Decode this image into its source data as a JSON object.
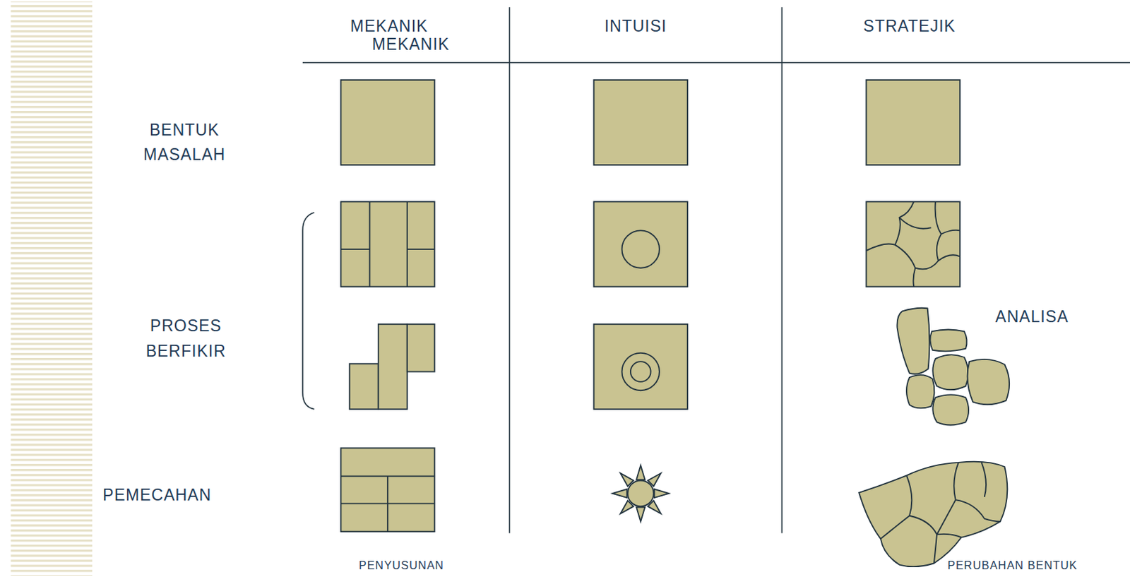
{
  "diagram": {
    "labels": [
      "MEKANIK",
      "MEKANIK",
      "INTUISI",
      "STRATEJIK",
      "BENTUK MASALAH",
      "PROSES BERFIKIR",
      "ANALISA",
      "PEMECAHAN",
      "PENYUSUNAN",
      "PERUBAHAN BENTUK"
    ]
  }
}
